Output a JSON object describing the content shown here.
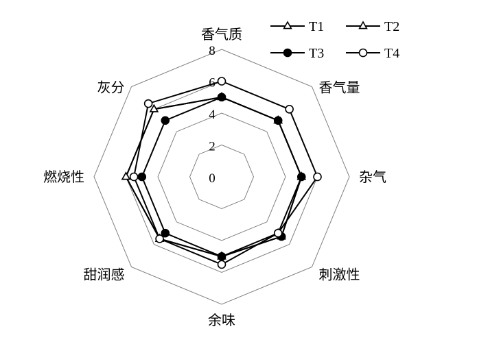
{
  "chart_data": {
    "type": "radar",
    "axes": [
      "香气质",
      "香气量",
      "杂气",
      "刺激性",
      "余味",
      "甜润感",
      "燃烧性",
      "灰分"
    ],
    "rlim": [
      0,
      8
    ],
    "rticks": [
      0,
      2,
      4,
      6,
      8
    ],
    "grid": true,
    "legend_position": "top-right",
    "series": [
      {
        "name": "T1",
        "marker": "triangle-open",
        "values": [
          5.0,
          5.0,
          5.0,
          5.0,
          5.0,
          5.5,
          6.0,
          6.0
        ]
      },
      {
        "name": "T2",
        "marker": "triangle-open",
        "values": [
          5.0,
          5.0,
          5.0,
          5.3,
          5.0,
          5.5,
          6.0,
          6.0
        ]
      },
      {
        "name": "T3",
        "marker": "circle-filled",
        "values": [
          5.0,
          5.0,
          5.0,
          5.3,
          5.0,
          5.0,
          5.0,
          5.0
        ]
      },
      {
        "name": "T4",
        "marker": "circle-open",
        "values": [
          6.0,
          6.0,
          6.0,
          5.0,
          5.5,
          5.5,
          5.5,
          6.5
        ]
      }
    ]
  }
}
